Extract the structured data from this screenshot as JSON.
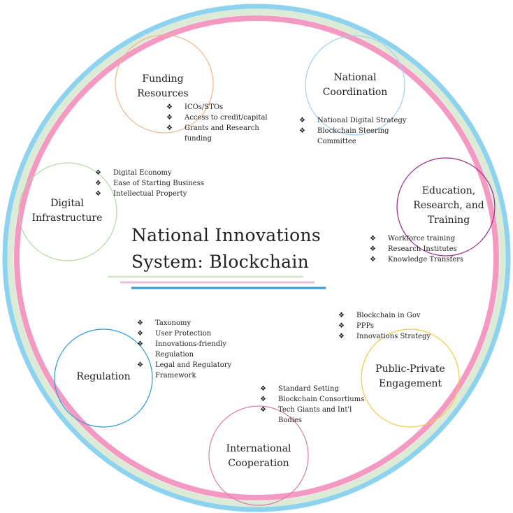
{
  "title": {
    "line1": "National Innovations",
    "line2": "System: Blockchain"
  },
  "nodes": {
    "funding": {
      "label_line1": "Funding",
      "label_line2": "Resources",
      "color": "#f4b48a",
      "items": [
        "ICOs/STOs",
        "Access to credit/capital",
        "Grants and Research funding"
      ]
    },
    "coordination": {
      "label_line1": "National",
      "label_line2": "Coordination",
      "color": "#9fd0f0",
      "items": [
        "National Digital Strategy",
        "Blockchain Steering Committee"
      ]
    },
    "education": {
      "label_line1": "Education,",
      "label_line2": "Research, and",
      "label_line3": "Training",
      "color": "#9b2a8c",
      "items": [
        "Workforce training",
        "Research Institutes",
        "Knowledge Transfers"
      ]
    },
    "digital": {
      "label_line1": "Digital",
      "label_line2": "Infrastructure",
      "color": "#b8d6a0",
      "items": [
        "Digital Economy",
        "Ease of Starting Business",
        "Intellectual Property"
      ]
    },
    "regulation": {
      "label_line1": "Regulation",
      "color": "#2a9ad8",
      "items": [
        "Taxonomy",
        "User Protection",
        "Innovations-friendly Regulation",
        "Legal and Regulatory Framework"
      ]
    },
    "ppe": {
      "label_line1": "Public-Private",
      "label_line2": "Engagement",
      "color": "#f2c84a",
      "items": [
        "Blockchain in Gov",
        "PPPs",
        "Innovations Strategy"
      ]
    },
    "international": {
      "label_line1": "International",
      "label_line2": "Cooperation",
      "color": "#e07aa8",
      "items": [
        "Standard Setting",
        "Blockchain Consortiums",
        "Tech Giants and Int'l Bodies"
      ]
    }
  },
  "colors": {
    "ring_blue": "#8dd3f0",
    "ring_green": "#dcebd6",
    "ring_pink": "#f49ac2",
    "rule_green": "#d6e8c8",
    "rule_pink": "#e6bfdc",
    "rule_blue": "#2e9bd2"
  }
}
